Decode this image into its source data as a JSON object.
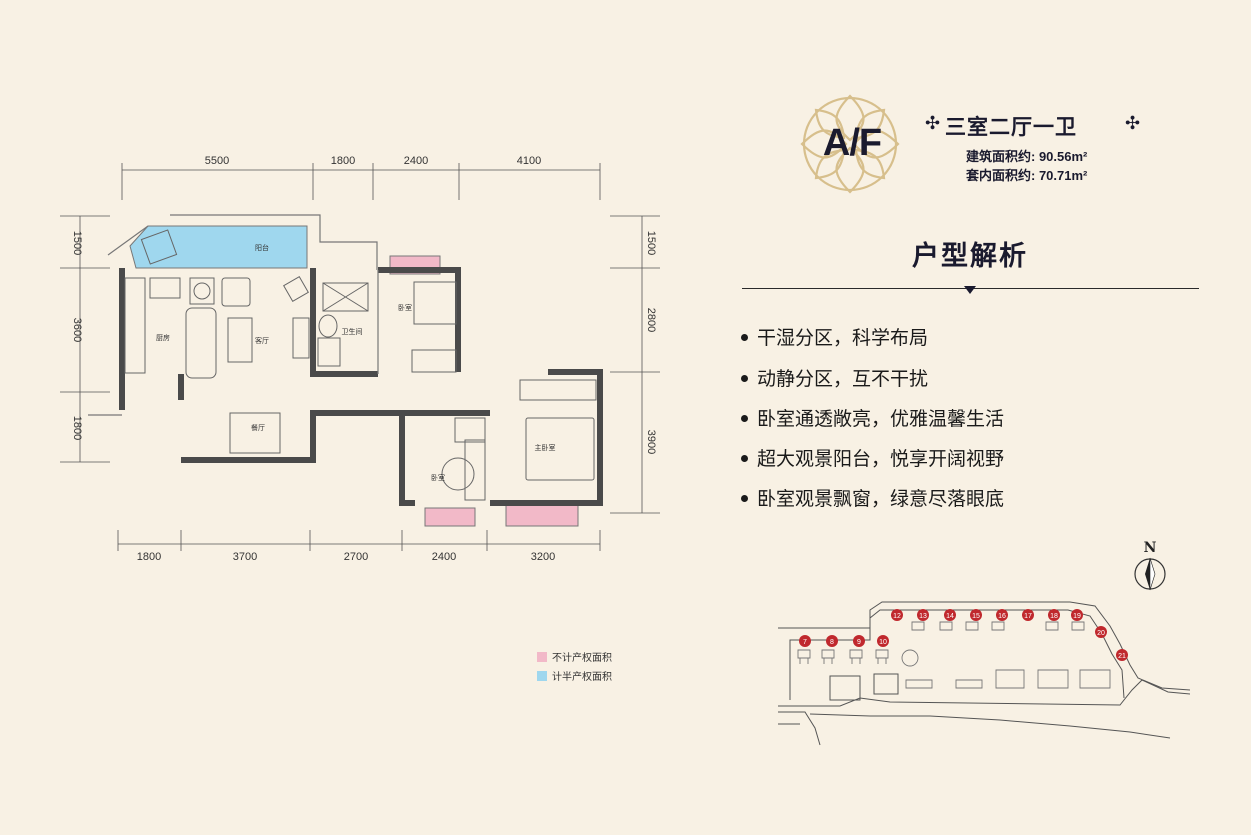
{
  "unit": {
    "code": "A/F",
    "type_label": "三室二厅一卫",
    "building_area": "建筑面积约: 90.56m²",
    "inner_area": "套内面积约: 70.71m²"
  },
  "analysis": {
    "title": "户型解析",
    "features": [
      "干湿分区，科学布局",
      "动静分区，互不干扰",
      "卧室通透敞亮，优雅温馨生活",
      "超大观景阳台，悦享开阔视野",
      "卧室观景飘窗，绿意尽落眼底"
    ]
  },
  "dimensions": {
    "top": [
      "5500",
      "1800",
      "2400",
      "4100"
    ],
    "bottom": [
      "1800",
      "3700",
      "2700",
      "2400",
      "3200"
    ],
    "left": [
      "1500",
      "3600",
      "1800"
    ],
    "right": [
      "1500",
      "2800",
      "3900"
    ]
  },
  "rooms": {
    "balcony": "阳台",
    "kitchen": "厨房",
    "living": "客厅",
    "bath": "卫生间",
    "bedroom_small": "卧室",
    "dining": "餐厅",
    "bedroom_lower": "卧室",
    "master": "主卧室"
  },
  "legend": {
    "pink": "不计产权面积",
    "blue": "计半产权面积"
  },
  "site": {
    "north": "N",
    "buildings": [
      "7",
      "8",
      "9",
      "10",
      "12",
      "13",
      "14",
      "15",
      "16",
      "17",
      "18",
      "19",
      "20",
      "21"
    ]
  },
  "colors": {
    "background": "#f8f1e4",
    "pink": "#f2b9c8",
    "blue": "#9fd7ee",
    "wall": "#4a4a4a",
    "marker": "#c0282d",
    "gold": "#d7bf8c"
  }
}
